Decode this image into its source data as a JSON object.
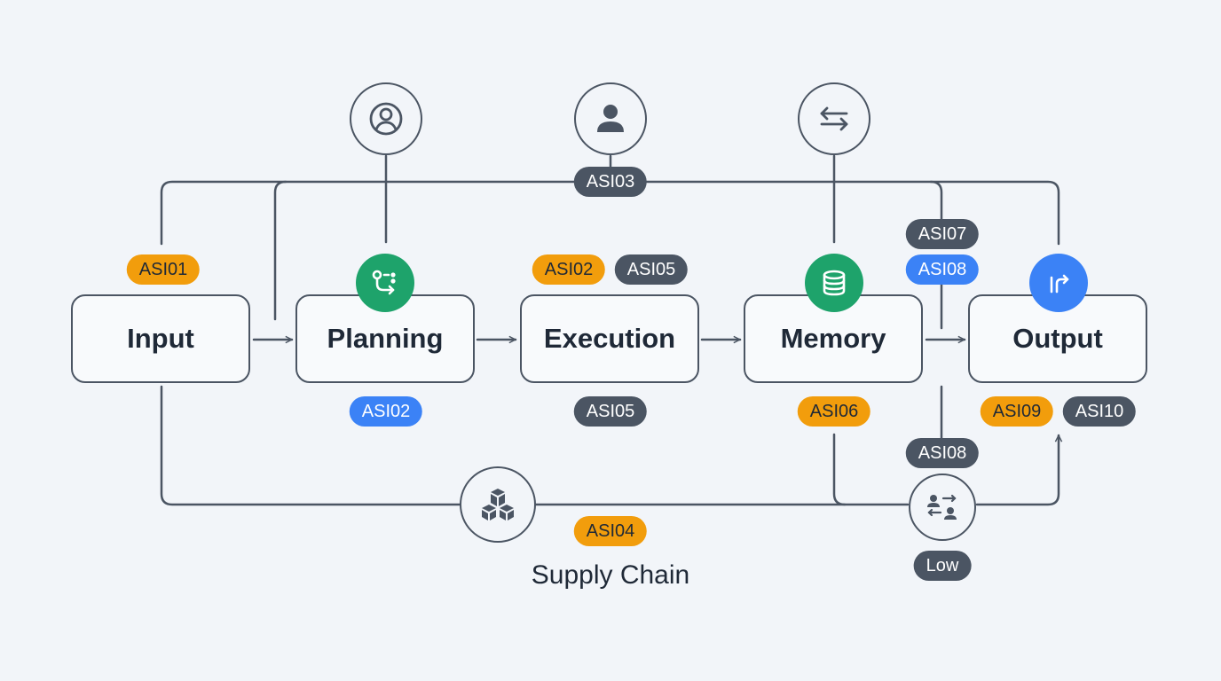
{
  "nodes": {
    "input": "Input",
    "planning": "Planning",
    "execution": "Execution",
    "memory": "Memory",
    "output": "Output"
  },
  "badges": {
    "asi01": "ASI01",
    "asi02_top": "ASI02",
    "asi05_top": "ASI05",
    "asi02_bottom": "ASI02",
    "asi05_bottom": "ASI05",
    "asi03": "ASI03",
    "asi07": "ASI07",
    "asi08_top": "ASI08",
    "asi06": "ASI06",
    "asi09": "ASI09",
    "asi10": "ASI10",
    "asi08_bottom": "ASI08",
    "asi04": "ASI04",
    "low": "Low"
  },
  "caption": "Supply Chain",
  "icons": {
    "actor1": "user-circle-icon",
    "actor2": "user-icon",
    "actor3": "swap-arrows-icon",
    "planning": "branch-icon",
    "memory": "database-icon",
    "output": "turn-right-icon",
    "supply_chain": "boxes-icon",
    "collaboration": "users-exchange-icon"
  },
  "colors": {
    "orange": "#f29d0c",
    "blue": "#3b82f6",
    "dark": "#4b5563",
    "green": "#1ea36b",
    "background": "#f2f5f9"
  }
}
